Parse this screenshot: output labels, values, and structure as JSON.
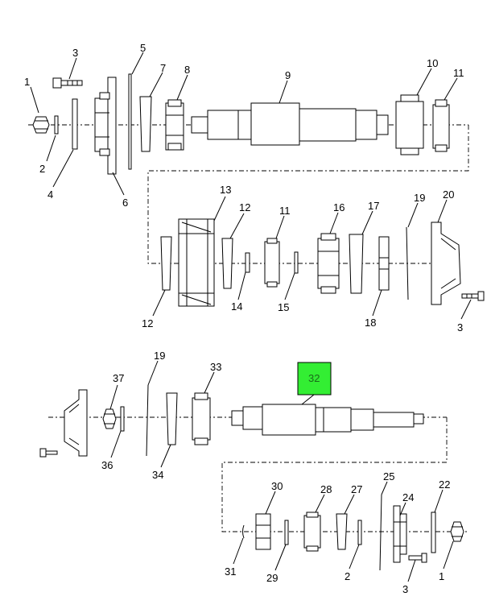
{
  "diagram": {
    "highlight_color": "#33ee33",
    "highlight_part": "32",
    "callouts": {
      "c1a": "1",
      "c2a": "2",
      "c3a": "3",
      "c4": "4",
      "c5": "5",
      "c6": "6",
      "c7": "7",
      "c8": "8",
      "c9": "9",
      "c10": "10",
      "c11a": "11",
      "c13": "13",
      "c12a": "12",
      "c11b": "11",
      "c16": "16",
      "c17": "17",
      "c19a": "19",
      "c20": "20",
      "c12b": "12",
      "c14": "14",
      "c15": "15",
      "c18": "18",
      "c3b": "3",
      "c19b": "19",
      "c37": "37",
      "c33": "33",
      "c32": "32",
      "c36": "36",
      "c34": "34",
      "c30": "30",
      "c28": "28",
      "c27": "27",
      "c25": "25",
      "c24": "24",
      "c22": "22",
      "c31": "31",
      "c29": "29",
      "c2b": "2",
      "c3c": "3",
      "c1b": "1"
    }
  }
}
